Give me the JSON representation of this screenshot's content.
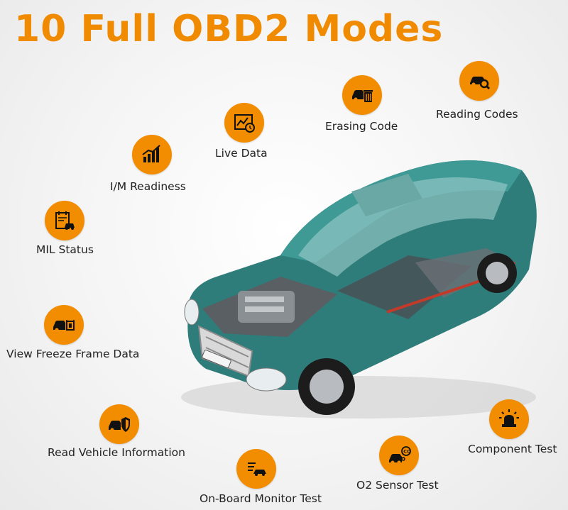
{
  "title": "10 Full OBD2 Modes",
  "accent_color": "#f28c00",
  "title_color": "#f08a00",
  "modes": [
    {
      "label": "Reading Codes",
      "icon": "car-search-icon"
    },
    {
      "label": "Erasing Code",
      "icon": "car-trash-icon"
    },
    {
      "label": "Live Data",
      "icon": "chart-clock-icon"
    },
    {
      "label": "I/M Readiness",
      "icon": "bar-chart-icon"
    },
    {
      "label": "MIL Status",
      "icon": "calendar-car-icon"
    },
    {
      "label": "View Freeze Frame Data",
      "icon": "car-chip-icon"
    },
    {
      "label": "Read Vehicle Information",
      "icon": "car-shield-icon"
    },
    {
      "label": "On-Board Monitor Test",
      "icon": "car-list-icon"
    },
    {
      "label": "O2 Sensor Test",
      "icon": "car-co2-icon"
    },
    {
      "label": "Component Test",
      "icon": "siren-icon"
    }
  ]
}
